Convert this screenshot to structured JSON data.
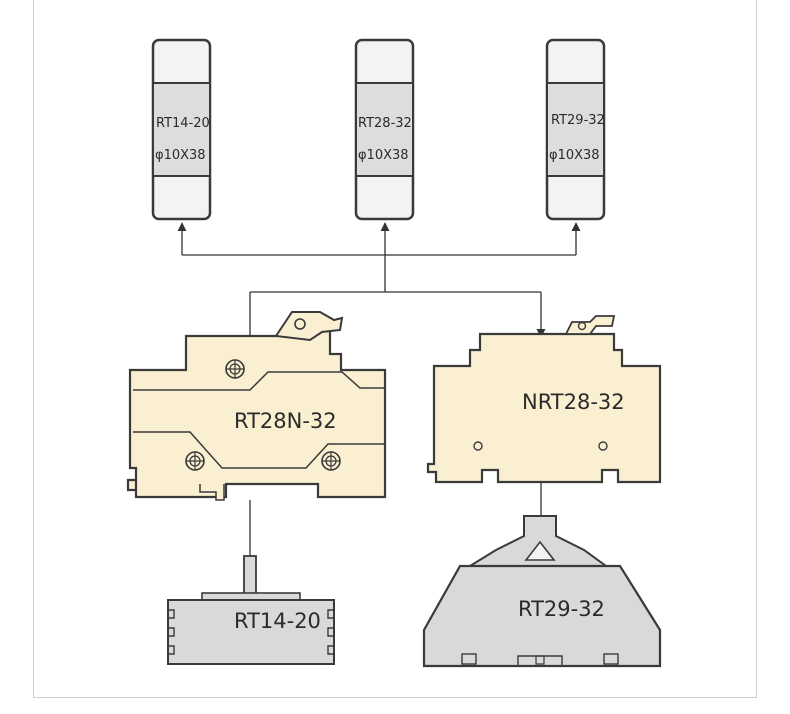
{
  "fuses": [
    {
      "model": "RT14-20",
      "size": "φ10X38"
    },
    {
      "model": "RT28-32",
      "size": "φ10X38"
    },
    {
      "model": "RT29-32",
      "size": "φ10X38"
    }
  ],
  "holders": [
    {
      "model": "RT28N-32"
    },
    {
      "model": "NRT28-32"
    }
  ],
  "bases": [
    {
      "model": "RT14-20"
    },
    {
      "model": "RT29-32"
    }
  ],
  "colors": {
    "fuse_body": "#dcdedd",
    "fuse_cap": "#f3f3f3",
    "holder_fill": "#fbefd2",
    "base_fill": "#d9d9d9",
    "outline": "#3a3a3a"
  }
}
